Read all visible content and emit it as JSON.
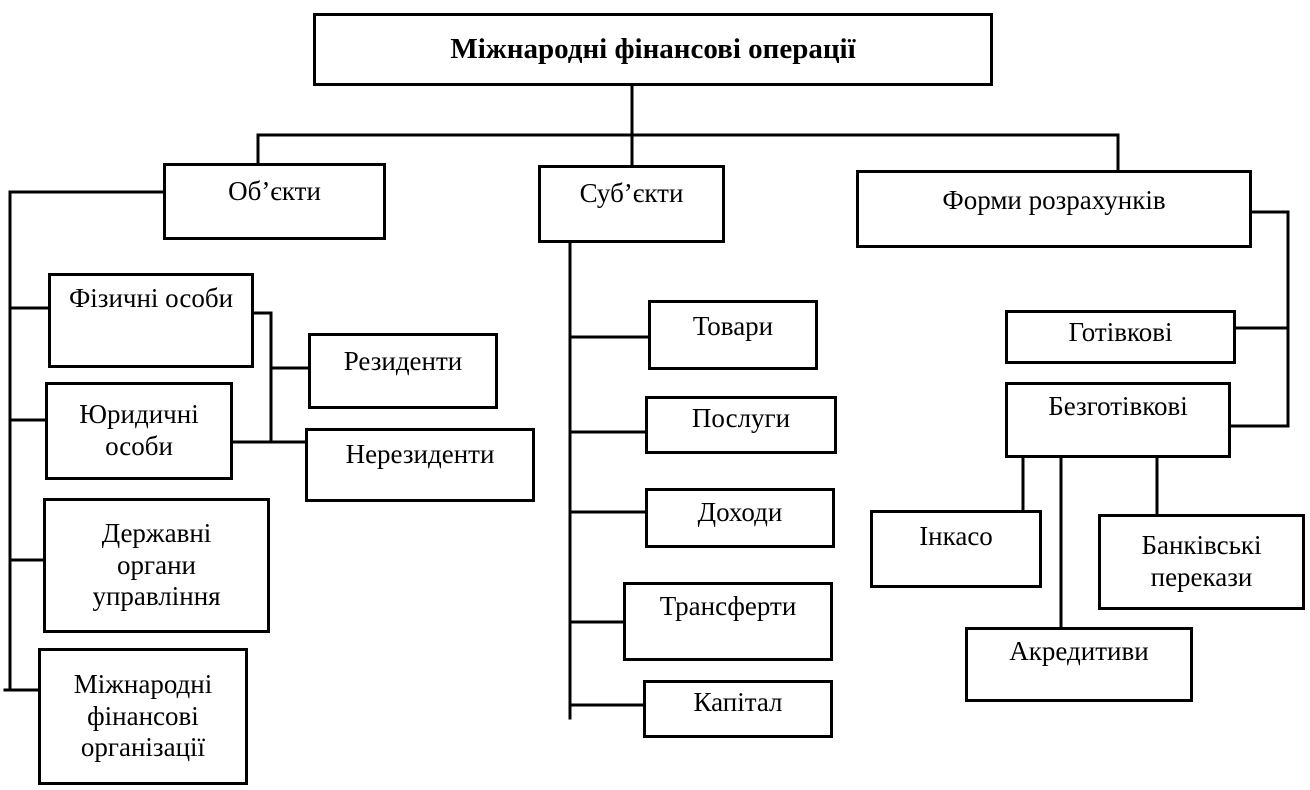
{
  "diagram": {
    "title": "Міжнародні фінансові операції",
    "categories": {
      "objects": "Об’єкти",
      "subjects": "Суб’єкти",
      "settlement_forms": "Форми розрахунків"
    },
    "objects_items": {
      "individuals": "Фізичні особи",
      "legal_entities": "Юридичні\nособи",
      "state_bodies": "Державні\nоргани\nуправління",
      "intl_fin_orgs": "Міжнародні\nфінансові\nорганізації"
    },
    "residency": {
      "residents": "Резиденти",
      "nonresidents": "Нерезиденти"
    },
    "subjects_items": {
      "goods": "Товари",
      "services": "Послуги",
      "income": "Доходи",
      "transfers": "Трансферти",
      "capital": "Капітал"
    },
    "settlement_items": {
      "cash": "Готівкові",
      "noncash": "Безготівкові",
      "collection": "Інкасо",
      "bank_transfers": "Банківські\nперекази",
      "letters_of_credit": "Акредитиви"
    }
  }
}
